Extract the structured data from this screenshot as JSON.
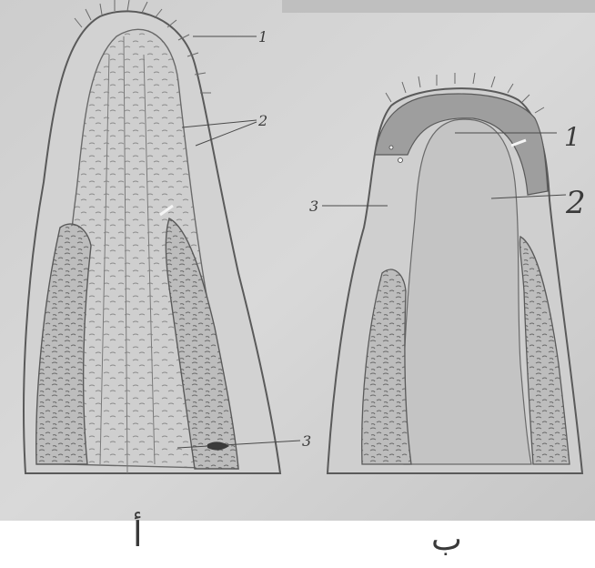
{
  "figure": {
    "left_panel": {
      "labels": [
        "1",
        "2",
        "3"
      ],
      "caption": "أ"
    },
    "right_panel": {
      "labels": [
        "1",
        "2",
        "3"
      ],
      "caption": "ب"
    }
  },
  "colors": {
    "photo_bg": "#c9c9c9",
    "ink": "#4a4a4a",
    "white_margin": "#ffffff"
  }
}
